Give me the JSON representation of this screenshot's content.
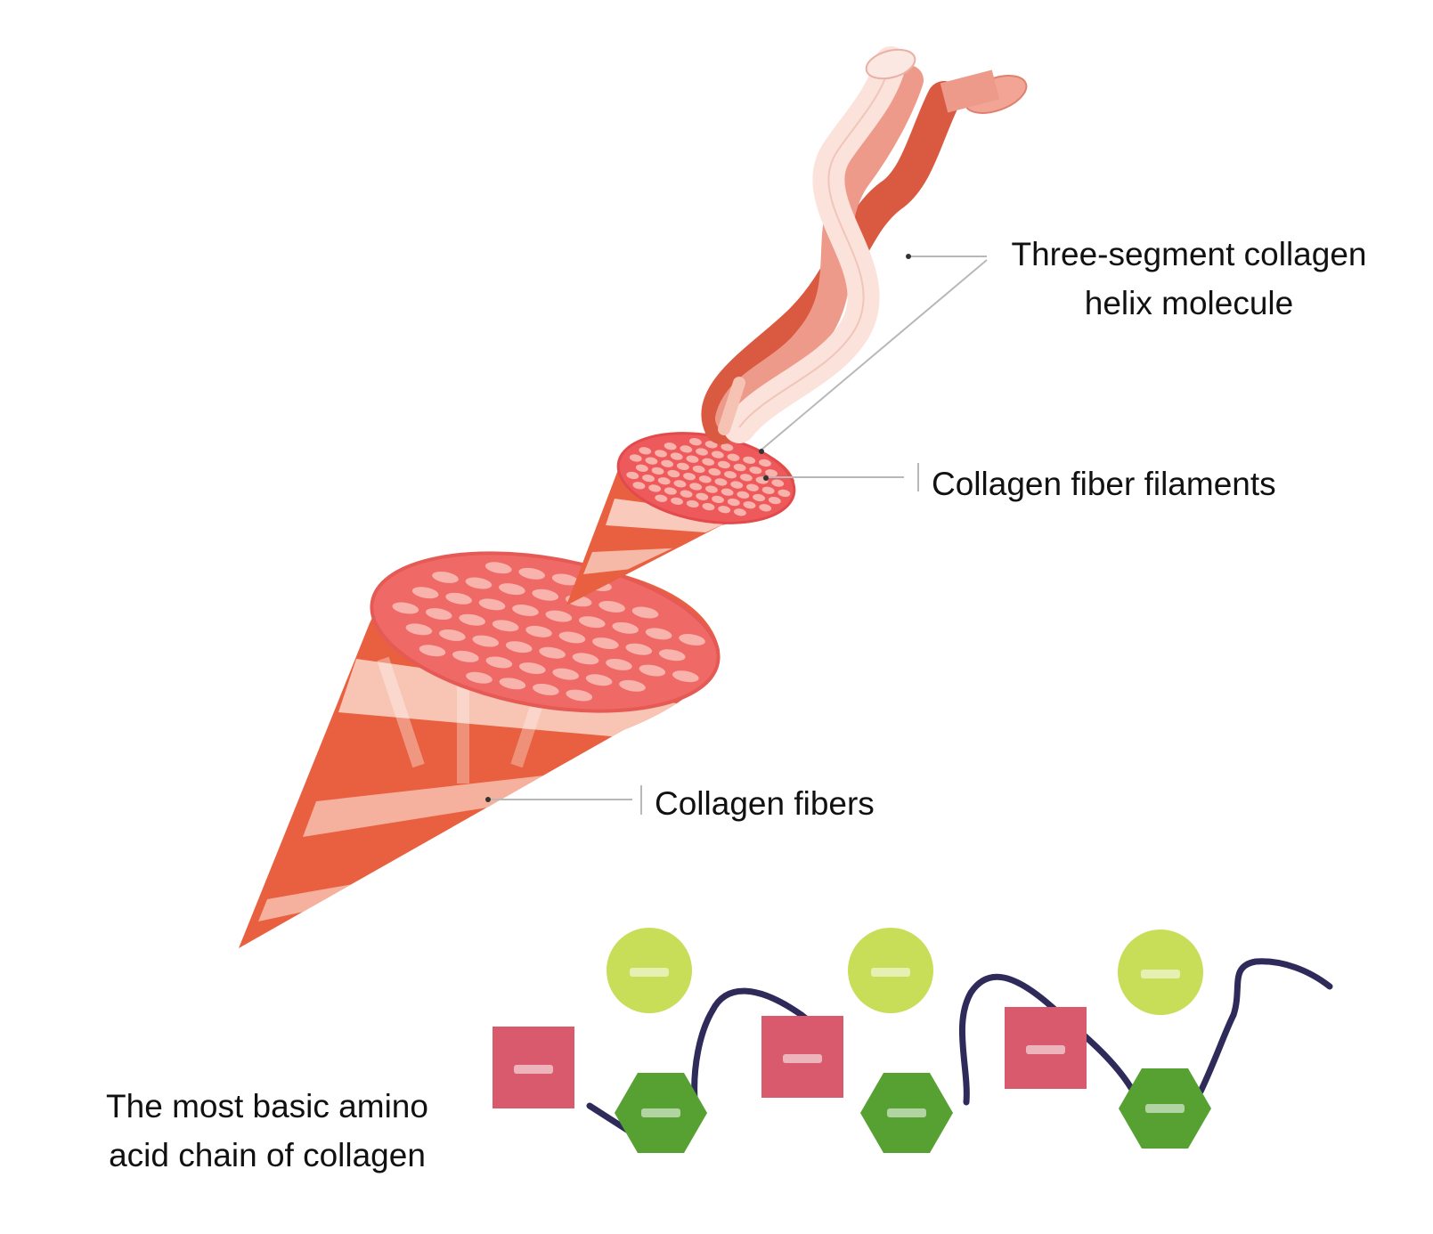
{
  "labels": {
    "helix_line1": "Three-segment collagen",
    "helix_line2": "helix molecule",
    "filaments": "Collagen fiber filaments",
    "fibers": "Collagen fibers",
    "chain_line1": "The most basic amino",
    "chain_line2": "acid chain of collagen"
  },
  "colors": {
    "cone_dark": "#e8603f",
    "cone_light": "#f9c9bb",
    "face": "#ef6a66",
    "hole": "#f9b3ad",
    "helix_dark": "#d95a40",
    "helix_mid": "#ee9a8a",
    "helix_light": "#fbe3dc",
    "leader": "#b8b8b8",
    "square": "#d85a6c",
    "hexagon": "#56a132",
    "circle": "#c8dd58",
    "chain_line": "#2e2a5a"
  },
  "chain": {
    "units": [
      {
        "square": "blurred",
        "circle": "blurred",
        "hexagon": "blurred"
      },
      {
        "square": "blurred",
        "circle": "blurred",
        "hexagon": "blurred"
      },
      {
        "square": "blurred",
        "circle": "blurred",
        "hexagon": "blurred"
      }
    ]
  }
}
